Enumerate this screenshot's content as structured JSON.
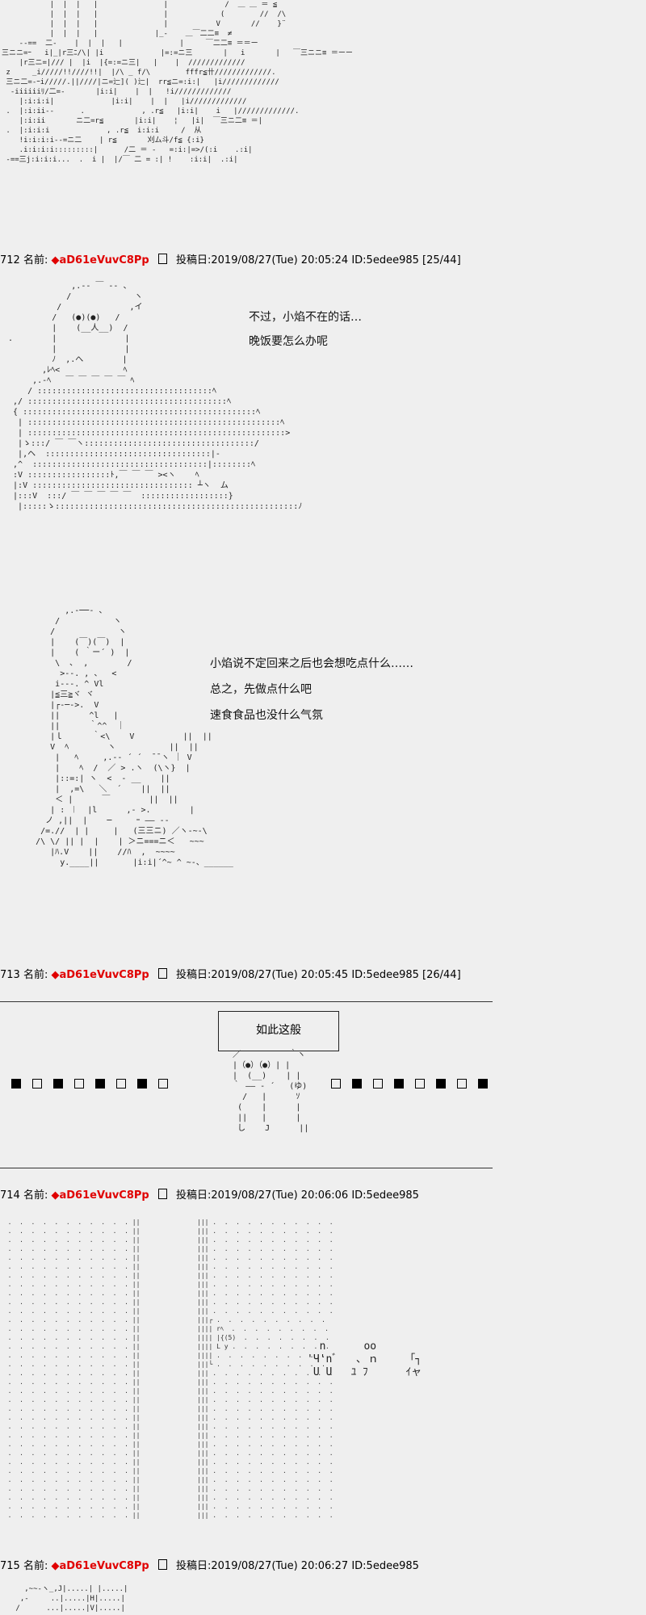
{
  "posts": [
    {
      "no": "712",
      "name_label": "名前:",
      "trip": "◆aD61eVuvC8Pp",
      "date_label": "投稿日:",
      "date": "2019/08/27(Tue) 20:05:24",
      "id": "ID:5edee985",
      "count": "[25/44]"
    },
    {
      "no": "713",
      "name_label": "名前:",
      "trip": "◆aD61eVuvC8Pp",
      "date_label": "投稿日:",
      "date": "2019/08/27(Tue) 20:05:45",
      "id": "ID:5edee985",
      "count": "[26/44]"
    },
    {
      "no": "714",
      "name_label": "名前:",
      "trip": "◆aD61eVuvC8Pp",
      "date_label": "投稿日:",
      "date": "2019/08/27(Tue) 20:06:06",
      "id": "ID:5edee985",
      "count": ""
    },
    {
      "no": "715",
      "name_label": "名前:",
      "trip": "◆aD61eVuvC8Pp",
      "date_label": "投稿日:",
      "date": "2019/08/27(Tue) 20:06:27",
      "id": "ID:5edee985",
      "count": ""
    }
  ],
  "dialogue": {
    "p712": [
      "不过，小焰不在的话…",
      "晚饭要怎么办呢"
    ],
    "p713": [
      "小焰说不定回来之后也会想吃点什么……",
      "总之，先做点什么吧",
      "速食食品也没什么气氛"
    ],
    "sign": "如此这般"
  },
  "ascii_art": {
    "kitchen": "           |  |  |   |               |             /  ＿ ＿ ＝ ≦\n           |  |  |   |               |            (        //  /\\\n           |  |  |   |               |           V       //    }¨\n           |  |  |   |             |_-    ＿￣二二≡  ≠\n    --==  二-    |  |  |   |             |     ￣二二≡ ＝＝ー\n三ニニ=ｰ   i|_|r三ﾆ/\\| |i             |=:=ニ三       |   i       |   ￣三ニニ≡ ＝ーー\n    |r三ニ=|/// |  |i  |{=:=ニ三|   |    |  /////////////\n z     _i/////!!////!!|  |/\\ _ f/\\        fffr≦卄/////////////.\n 三ニ二=-ｰi/////.||////|ニ=辷]( )辷|  rr≦ニ=:i:|   |i/////////////\n  -iiiiiiﾘ/二=-       |i:i|    |  |   !i/////////////\n    |:i:i:i|             |i:i|    |  |   |i/////////////\n .  |:i:ii--      .             , .r≦   |i:i|    i   |/////////////.\n    |:i:ii       ニ二=r≦       |i:i|    ¦   |i|  ￣三ニ二≡ ＝|\n .  |:i:i:i             , .r≦  i:i:i     /  从\n    !i:i:i:i--=ニ二    | r≦       刈ム斗/f≦ {:i}\n    .i:i:i:i:::::::::|      /二 ＝ -   =:i:|=>/(:i    .:i|\n -==三j:i:i:i...  .  i |  |/￣ 二 = :| !    :i:i|  .:i|",
    "bucket": "              ,.-‐ ￣ ‐- 、\n             /             ヽ\n           /              ,イ\n          /   (●)(●)   /\n          |    (__人__)  /\n .        |              |\n          |              |\n          ﾉ  ,.へ        |\n        ,ﾚﾍ<             ﾍ\n      ,.-ﾍ   ￣ ￣ ￣ ￣ ￣ ﾍ\n     / ::::::::::::::::::::::::::::::::::::ﾍ\n  ,/ :::::::::::::::::::::::::::::::::::::::::ﾍ\n  { ::::::::::::::::::::::::::::::::::::::::::::::::ﾍ\n   | ::::::::::::::::::::::::::::::::::::::::::::::::::::ﾍ\n   | :::::::::::::::::::::::::::::::::::::::::::::::::::::>\n   |ゝ:::/ ￣ ￣ヽ:::::::::::::::::::::::::::::::::::/\n   |,ヘ  ::::::::::::::::::::::::::::::::::|-\n  ,^  ::::::::::::::::::::::::::::::::::::|::::::::ﾍ\n  :V :::::::::::::::::ﾄ,￣ ￣ ￣ ><ヽ    ﾍ\n  |:V ::::::::::::::::::::::::::::::::: ┴ヽ  ム\n  |:::V  :::/ ￣ ￣ ￣ ￣ ￣  ::::::::::::::::::}\n   |:::::ゝ::::::::::::::::::::::::::::::::::::::::::::::::::ﾉ",
    "cook": "           ,.-──- 、\n         /           ヽ\n        /             ヽ\n        |    (￣)(￣)  |\n        |    ( ｀ー´ )  |\n         \\  ､  ,        /\n          >--. , 、  <\n         i‐--. ^ Vl\n        |≦三≧ヾ ヾ\n        |┌‐─‐>.  V\n        ||      ^l   |\n        ||      ｀^^  ｜\n        |ｌ      ｀<\\    V          ||  ||\n        V  ﾍ        ヽ           ||  ||\n         |   ﾍ     ,.-‐ ´ ´  ̄ ̄ ヽ ｜ V\n         |    ﾍ  /  ／ > .ヽ  (\\ヽ}  |\n         |::=:| ヽ  <  ‐ __    ||\n         |  ,=\\   ＼  ´    ||  ||\n         ＜ |      ￣        ||  ||\n        | : ︱  |l      ,‐ >.        |\n       ノ ,||  |    ─     ｰ ―― ‐-\n      /=.//  | |     |   (三三ニ) ／ヽ-~-\\\n     /\\ \\/ || |  |    | ＞ニ===ニ＜   ~~~\n        |ﾊ.V    ||    //ﾊ  ,  ~~~~\n          y.____||       |i:i|´^~ ^ ~-、______",
    "doll": "   ／          ｀ヽ\n   |（●）（●）| |\n   |  (__)    | |\n   ｀ ―― ‐ ´   (ゆ)\n     /   |      ｿ\n    (    |      |\n    ||   |      |\n    し    J      ||",
    "door_left": "  .  .  .  .  .  .  .  .  .  .  . || \n  .  .  .  .  .  .  .  .  .  .  . || \n  .  .  .  .  .  .  .  .  .  .  . || \n  .  .  .  .  .  .  .  .  .  .  . || \n  .  .  .  .  .  .  .  .  .  .  . || \n  .  .  .  .  .  .  .  .  .  .  . || \n  .  .  .  .  .  .  .  .  .  .  . || \n  .  .  .  .  .  .  .  .  .  .  . || \n  .  .  .  .  .  .  .  .  .  .  . || \n  .  .  .  .  .  .  .  .  .  .  . || \n  .  .  .  .  .  .  .  .  .  .  . || \n  .  .  .  .  .  .  .  .  .  .  . || \n  .  .  .  .  .  .  .  .  .  .  . || \n  .  .  .  .  .  .  .  .  .  .  . || \n  .  .  .  .  .  .  .  .  .  .  . || \n  .  .  .  .  .  .  .  .  .  .  . || \n  .  .  .  .  .  .  .  .  .  .  . || \n  .  .  .  .  .  .  .  .  .  .  . || \n  .  .  .  .  .  .  .  .  .  .  . || \n  .  .  .  .  .  .  .  .  .  .  . || \n  .  .  .  .  .  .  .  .  .  .  . || \n  .  .  .  .  .  .  .  .  .  .  . || \n  .  .  .  .  .  .  .  .  .  .  . || \n  .  .  .  .  .  .  .  .  .  .  . || \n  .  .  .  .  .  .  .  .  .  .  . || \n  .  .  .  .  .  .  .  .  .  .  . || \n  .  .  .  .  .  .  .  .  .  .  . || \n  .  .  .  .  .  .  .  .  .  .  . || \n  .  .  .  .  .  .  .  .  .  .  . || \n  .  .  .  .  .  .  .  .  .  .  . || \n  .  .  .  .  .  .  .  .  .  .  . || \n  .  .  .  .  .  .  .  .  .  .  . || \n  .  .  .  .  .  .  .  .  .  .  . || \n  .  .  .  .  .  .  .  .  .  .  . || ",
    "door_right": "||| .  .  .  .  .  .  .  .  .  .  . \n||| .  .  .  .  .  .  .  .  .  .  . \n||| .  .  .  .  .  .  .  .  .  .  . \n||| .  .  .  .  .  .  .  .  .  .  . \n||| .  .  .  .  .  .  .  .  .  .  . \n||| .  .  .  .  .  .  .  .  .  .  . \n||| .  .  .  .  .  .  .  .  .  .  . \n||| .  .  .  .  .  .  .  .  .  .  . \n||| .  .  .  .  .  .  .  .  .  .  . \n||| .  .  .  .  .  .  .  .  .  .  . \n||| .  .  .  .  .  .  .  .  .  .  . \n|||┌ .  .  .  .  .  .  .  .  .  .  \n|||| rﾍ  .  .  .  .  .  .  .  .  .  \n|||| |{(5)  .  .  .  .  .  .  .  .  \n|||| L y .  .  .  .  .  .  .  .  .  \n|||| .  .  .  .  .  .  .  .  .  .  \n|||└ .  .  .  .  .  .  .  .  .  .  \n||| .  .  .  .  .  .  .  .  .  .  . \n||| .  .  .  .  .  .  .  .  .  .  . \n||| .  .  .  .  .  .  .  .  .  .  . \n||| .  .  .  .  .  .  .  .  .  .  . \n||| .  .  .  .  .  .  .  .  .  .  . \n||| .  .  .  .  .  .  .  .  .  .  . \n||| .  .  .  .  .  .  .  .  .  .  . \n||| .  .  .  .  .  .  .  .  .  .  . \n||| .  .  .  .  .  .  .  .  .  .  . \n||| .  .  .  .  .  .  .  .  .  .  . \n||| .  .  .  .  .  .  .  .  .  .  . \n||| .  .  .  .  .  .  .  .  .  .  . \n||| .  .  .  .  .  .  .  .  .  .  . \n||| .  .  .  .  .  .  .  .  .  .  . \n||| .  .  .  .  .  .  .  .  .  .  . \n||| .  .  .  .  .  .  .  .  .  .  . \n||| .  .  .  .  .  .  .  .  .  .  . ",
    "sfx": "  n      oo\n'Ч'nﾞ   ､ ｎ     ｢┐\n U U   ﾕ ﾌ      ｲャ",
    "bottom": "   ,~~‐ヽ_,J|.....| |.....|\n  ,-     ..|.....|H|.....|\n /      ...|.....|V|.....|"
  }
}
